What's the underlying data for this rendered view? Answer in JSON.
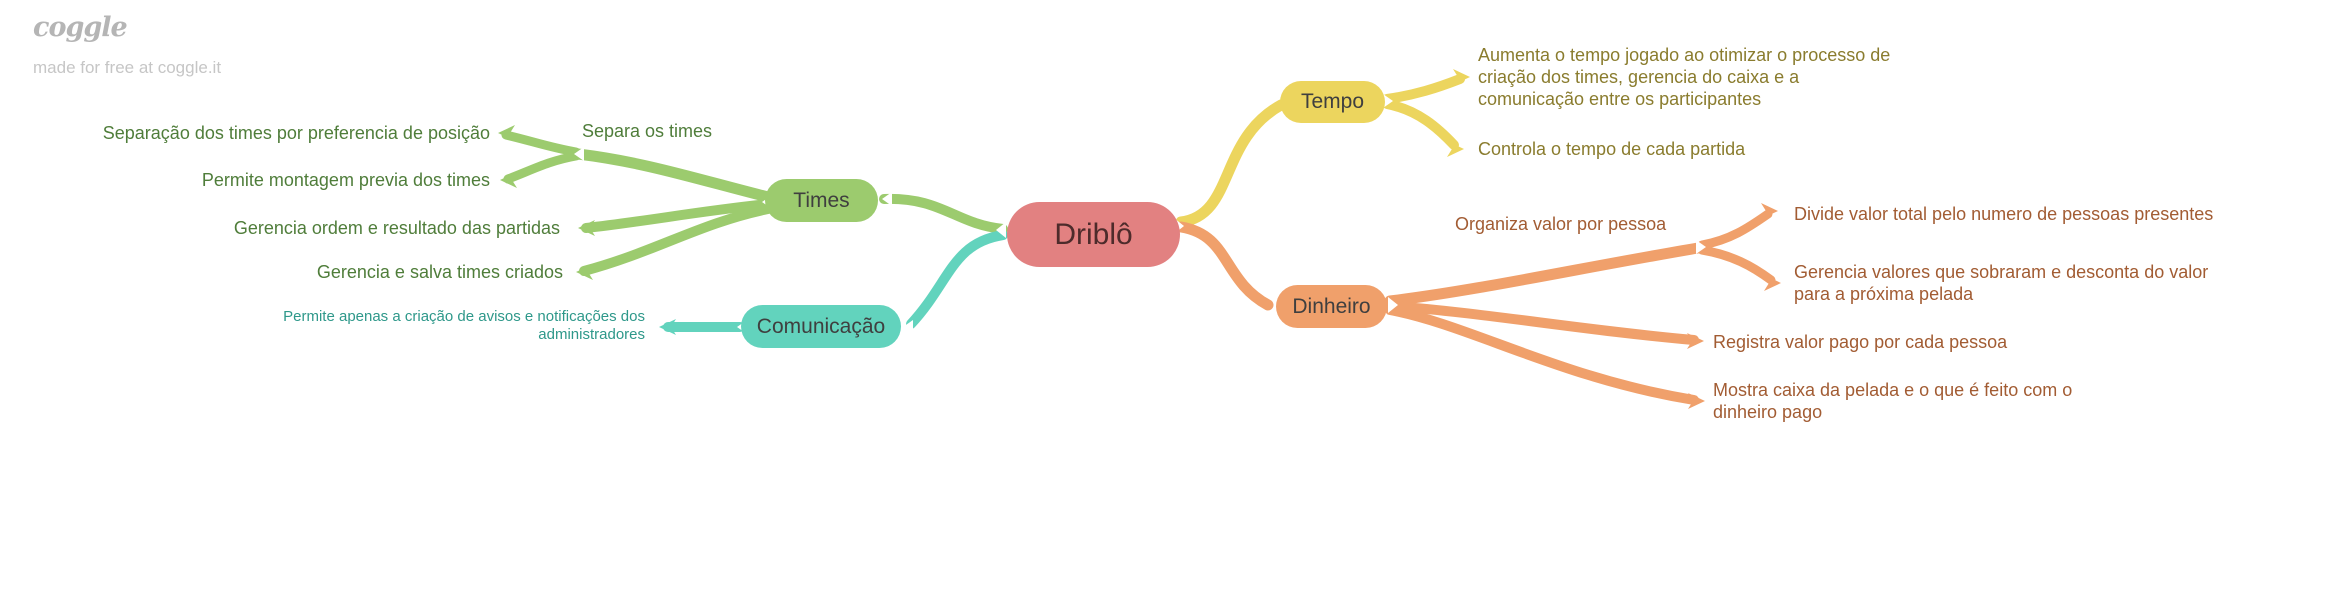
{
  "watermark": {
    "logo": "coggle",
    "tagline": "made for free at coggle.it"
  },
  "mindmap": {
    "root": {
      "label": "Driblô",
      "color": "#e28181",
      "text_color": "#4d2b2b"
    },
    "branches": [
      {
        "id": "times",
        "label": "Times",
        "color": "#9ccb6e",
        "label_color": "#4f7d3a",
        "children": [
          {
            "label": "Separa os times",
            "children": [
              {
                "label": "Separação dos times por preferencia de posição"
              },
              {
                "label": "Permite montagem previa dos times"
              }
            ]
          },
          {
            "label": "Gerencia ordem e resultado das partidas"
          },
          {
            "label": "Gerencia e salva times criados"
          }
        ]
      },
      {
        "id": "tempo",
        "label": "Tempo",
        "color": "#ecd55e",
        "label_color": "#8a7c2e",
        "children": [
          {
            "label": "Aumenta o tempo jogado ao otimizar o processo de\ncriação dos times, gerencia do caixa e a\ncomunicação entre os participantes"
          },
          {
            "label": "Controla o tempo de cada partida"
          }
        ]
      },
      {
        "id": "dinheiro",
        "label": "Dinheiro",
        "color": "#f0a06b",
        "label_color": "#a25c33",
        "children": [
          {
            "label": "Organiza valor por pessoa",
            "children": [
              {
                "label": "Divide valor total pelo numero de pessoas presentes"
              },
              {
                "label": "Gerencia valores que sobraram e desconta do valor\npara a próxima pelada"
              }
            ]
          },
          {
            "label": "Registra valor pago por cada pessoa"
          },
          {
            "label": "Mostra caixa da pelada e o que é feito com o\ndinheiro pago"
          }
        ]
      },
      {
        "id": "comunicacao",
        "label": "Comunicação",
        "color": "#62d3bd",
        "label_color": "#2e988a",
        "children": [
          {
            "label": "Permite apenas a criação de avisos e notificações dos\nadministradores"
          }
        ]
      }
    ]
  }
}
